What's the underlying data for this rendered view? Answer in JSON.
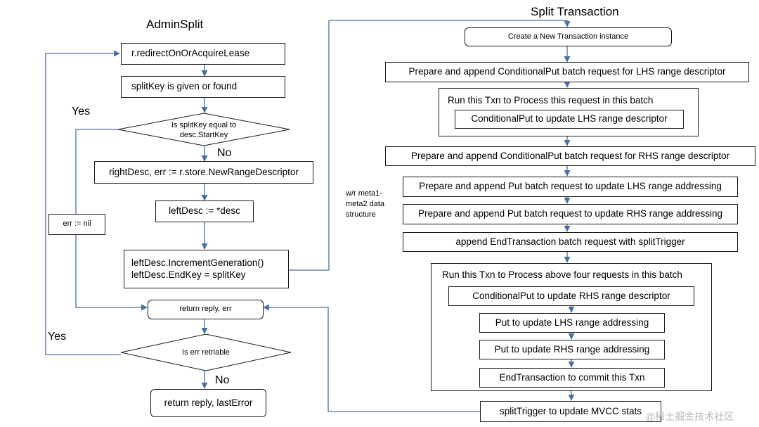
{
  "titles": {
    "admin_split": "AdminSplit",
    "split_txn": "Split Transaction"
  },
  "left": {
    "redirect": "r.redirectOnOrAcquireLease",
    "split_key": "splitKey is given or found",
    "decision1": "Is splitKey equal to\ndesc.StartKey",
    "right_desc": "rightDesc, err := r.store.NewRangeDescriptor",
    "left_desc": "leftDesc := *desc",
    "increment_line1": "leftDesc.IncrementGeneration()",
    "increment_line2": "leftDesc.EndKey = splitKey",
    "err_nil": "err := nil",
    "return_reply": "return reply, err",
    "decision2": "Is err retriable",
    "return_last": "return reply, lastError",
    "yes1": "Yes",
    "no1": "No",
    "yes2": "Yes",
    "no2": "No"
  },
  "right": {
    "create_txn": "Create a New Transaction instance",
    "prep_lhs_desc": "Prepare and append ConditionalPut batch request for LHS range descriptor",
    "run_txn1_label": "Run this Txn to Process this request in this batch",
    "cput_lhs": "ConditionalPut to update LHS range descriptor",
    "prep_rhs_desc": "Prepare and append ConditionalPut batch request for RHS range descriptor",
    "prep_put_lhs": "Prepare and append Put batch request to update LHS range addressing",
    "prep_put_rhs": "Prepare and append Put batch request to update RHS range addressing",
    "append_end": "append EndTransaction batch request with splitTrigger",
    "run_txn2_label": "Run this Txn to Process above four requests in this batch",
    "cput_rhs": "ConditionalPut to update RHS range descriptor",
    "put_lhs": "Put to update LHS range addressing",
    "put_rhs": "Put to update RHS range addressing",
    "end_txn": "EndTransaction to commit this Txn",
    "split_trigger": "splitTrigger to update MVCC stats",
    "note": "w/r meta1-\nmeta2 data\nstructure"
  },
  "watermark": "@稀土掘金技术社区",
  "colors": {
    "connector": "#4a6fa5",
    "border": "#1a1a1a"
  }
}
